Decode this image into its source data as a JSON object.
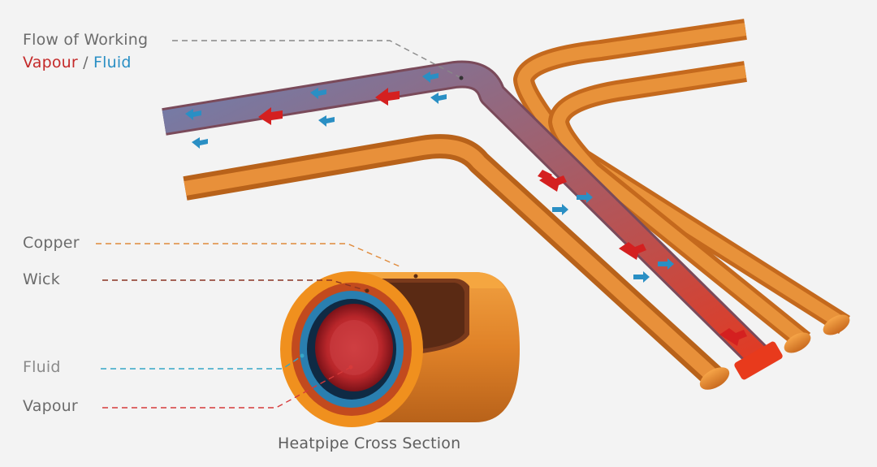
{
  "labels": {
    "flow_title": "Flow of Working",
    "vapour_word": "Vapour",
    "slash": " / ",
    "fluid_word": "Fluid",
    "copper": "Copper",
    "wick": "Wick",
    "fluid": "Fluid",
    "vapour": "Vapour",
    "caption": "Heatpipe Cross Section"
  },
  "colors": {
    "copper": "#e0862d",
    "copper_dark": "#a8591a",
    "copper_light": "#f2a245",
    "vapour": "#d42020",
    "fluid": "#2a8fc4",
    "wick": "#6b2a18",
    "leader_copper": "#e08a3a",
    "leader_wick": "#8a3322",
    "leader_fluid": "#35a8c8",
    "leader_vapour": "#d63a3a",
    "leader_flow": "#888888"
  }
}
